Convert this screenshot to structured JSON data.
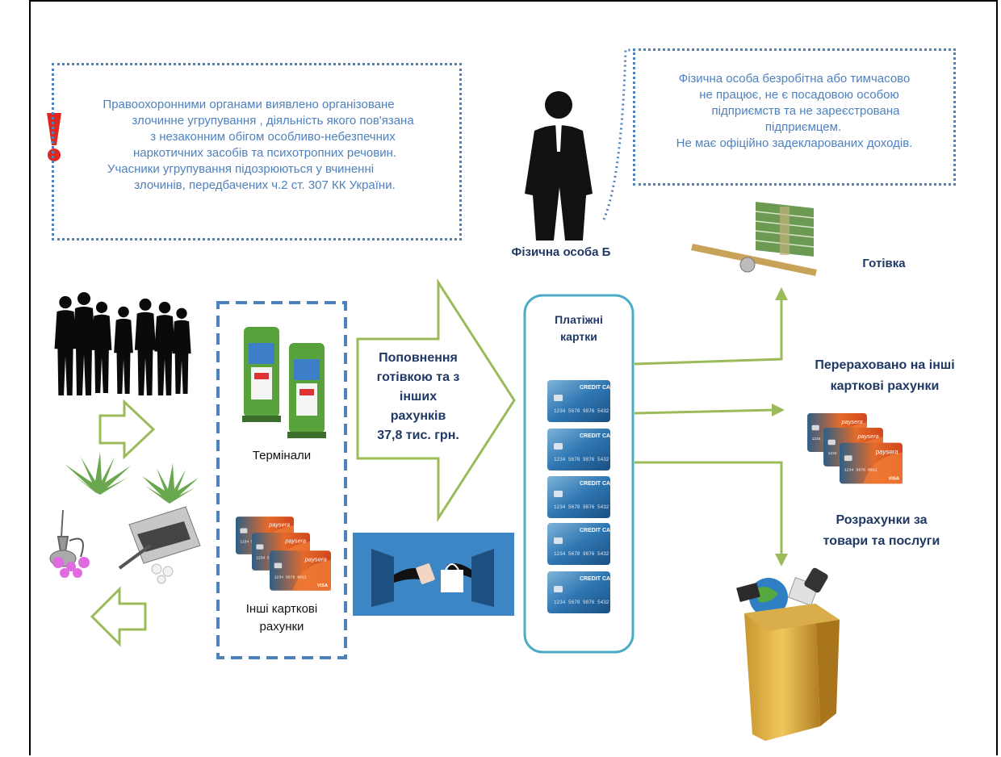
{
  "notes": {
    "left_lines": [
      "Правоохоронними органами виявлено організоване",
      "злочинне угрупування , діяльність якого пов'язана",
      "з незаконним обігом особливо-небезпечних",
      "наркотичних засобів та психотропних речовин.",
      "Учасники угрупування підозрюються у вчиненні",
      "злочинів, передбачених  ч.2 ст. 307 КК України."
    ],
    "right_lines": [
      "Фізична особа безробітна або тимчасово",
      "не працює, не є посадовою особою",
      "підприємств та не зареєстрована",
      "підприємцем.",
      "Не має офіційно задекларованих доходів."
    ]
  },
  "labels": {
    "person": "Фізична особа Б",
    "terminals": "Термінали",
    "other_accounts_1": "Інші карткові",
    "other_accounts_2": "рахунки",
    "refill_1": "Поповнення",
    "refill_2": "готівкою та з",
    "refill_3": "інших",
    "refill_4": "рахунків",
    "refill_5": "37,8 тис. грн.",
    "cards_title_1": "Платіжні",
    "cards_title_2": "картки",
    "cash": "Готівка",
    "transferred_1": "Перераховано на інші",
    "transferred_2": "карткові  рахунки",
    "payments_1": "Розрахунки  за",
    "payments_2": "товари та послуги",
    "credit_card": "CREDIT CARD",
    "paysera": "paysera",
    "visa": "VISA"
  },
  "colors": {
    "note_blue": "#4f81bd",
    "arrow_green": "#9bbb59",
    "title_navy": "#1f3864",
    "exclamation_red": "#e0271f",
    "cards_border": "#4bacc6"
  }
}
